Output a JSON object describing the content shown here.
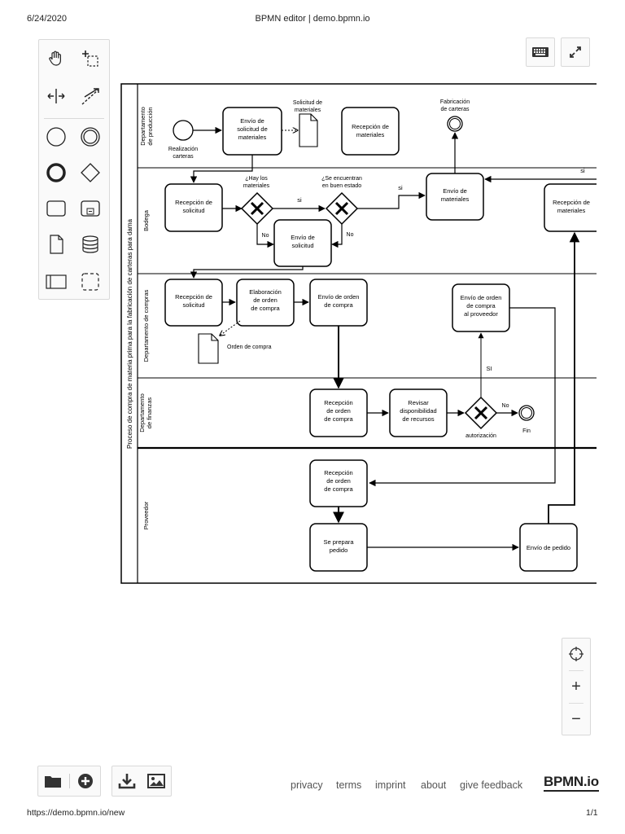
{
  "print_header": {
    "date": "6/24/2020",
    "title": "BPMN editor | demo.bpmn.io"
  },
  "print_footer": {
    "url": "https://demo.bpmn.io/new",
    "page": "1/1"
  },
  "palette": {
    "tools": [
      "hand-tool",
      "lasso-tool",
      "space-tool",
      "connect-tool",
      "start-event",
      "intermediate-event",
      "end-event",
      "gateway",
      "task",
      "subprocess",
      "data-object",
      "data-store",
      "pool",
      "group"
    ]
  },
  "diagram": {
    "pool_label": "Proceso de compra de materia prima para la fabricación de carteras para dama",
    "lanes": [
      "Departamento de producción",
      "Bodega",
      "Departamento de compras",
      "Departamento de finanzas",
      "Proveedor"
    ],
    "tasks": {
      "envio_solicitud_materiales": "Envío de solicitud de materiales",
      "recepcion_materiales_prod": "Recepción de materiales",
      "recepcion_solicitud_bodega": "Recepción de solicitud",
      "envio_solicitud_bodega": "Envío de solicitud",
      "envio_materiales": "Envío de materiales",
      "recepcion_materiales_bodega": "Recepción de materiales",
      "recepcion_solicitud_compras": "Recepción de solicitud",
      "elaboracion_orden": "Elaboración de orden de compra",
      "envio_orden": "Envío de orden de compra",
      "envio_orden_proveedor": "Envío de orden de compra al proveedor",
      "recepcion_orden_finanzas": "Recepción de orden de compra",
      "revisar_disponibilidad": "Revisar disponibilidad de recursos",
      "recepcion_orden_proveedor": "Recepción de orden de compra",
      "se_prepara_pedido": "Se prepara pedido",
      "envio_pedido": "Envío de pedido"
    },
    "events": {
      "start_label": "Realización carteras",
      "end_fabricacion": "Fabricación de carteras",
      "end_fin": "Fin"
    },
    "data_objects": {
      "solicitud_materiales": "Solicitud de materiales",
      "orden_compra": "Orden de compra"
    },
    "gateways": {
      "hay_materiales": "¿Hay los materiales",
      "buen_estado": "¿Se encuentran en buen estado",
      "autorizacion": "autorización"
    },
    "flow_labels": {
      "si_1": "si",
      "si_2": "si",
      "si_3": "si",
      "no_1": "No",
      "no_2": "No",
      "si_finanzas": "SI",
      "no_finanzas": "No"
    }
  },
  "zoom_controls": {
    "reset": "⊕",
    "zoom_in": "+",
    "zoom_out": "−"
  },
  "bottom_links": [
    "privacy",
    "terms",
    "imprint",
    "about",
    "give feedback"
  ],
  "logo": "BPMN.io"
}
